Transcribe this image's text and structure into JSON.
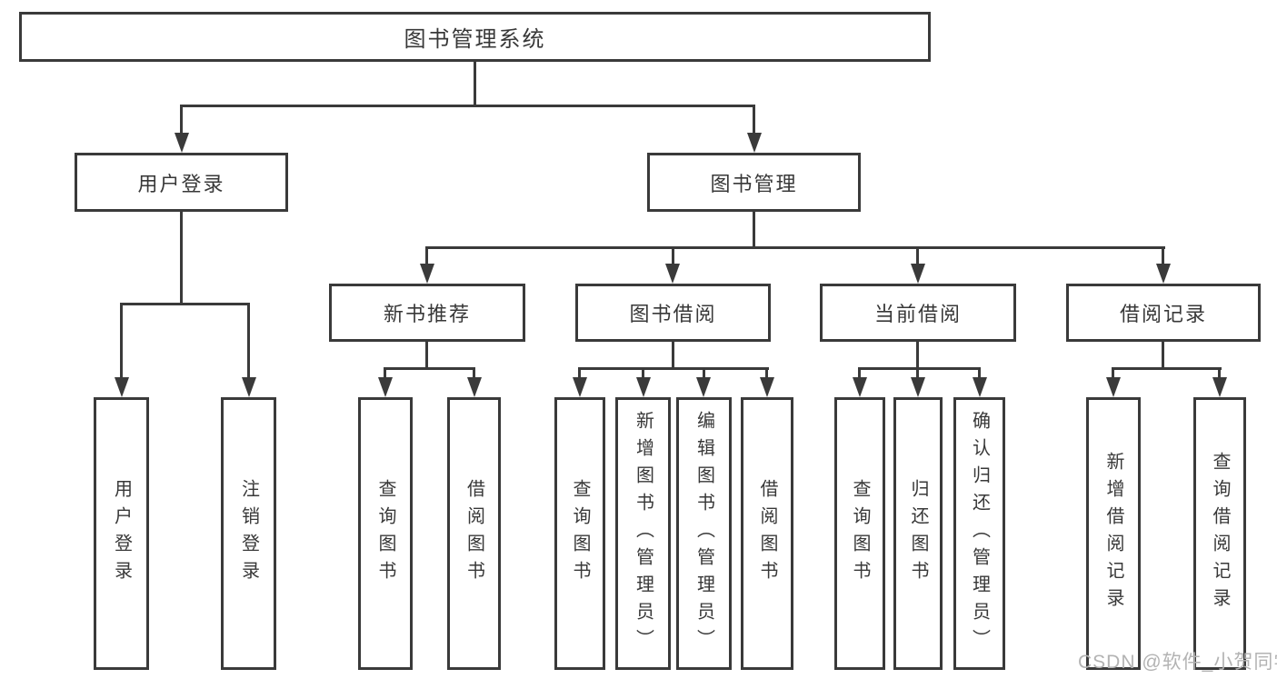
{
  "tree": {
    "root": "图书管理系统",
    "children": [
      {
        "label": "用户登录",
        "children": [
          {
            "label": "用户登录"
          },
          {
            "label": "注销登录"
          }
        ]
      },
      {
        "label": "图书管理",
        "children": [
          {
            "label": "新书推荐",
            "children": [
              {
                "label": "查询图书"
              },
              {
                "label": "借阅图书"
              }
            ]
          },
          {
            "label": "图书借阅",
            "children": [
              {
                "label": "查询图书"
              },
              {
                "label": "新增图书（管理员）"
              },
              {
                "label": "编辑图书（管理员）"
              },
              {
                "label": "借阅图书"
              }
            ]
          },
          {
            "label": "当前借阅",
            "children": [
              {
                "label": "查询图书"
              },
              {
                "label": "归还图书"
              },
              {
                "label": "确认归还（管理员）"
              }
            ]
          },
          {
            "label": "借阅记录",
            "children": [
              {
                "label": "新增借阅记录"
              },
              {
                "label": "查询借阅记录"
              }
            ]
          }
        ]
      }
    ]
  },
  "watermark": {
    "text": "CSDN @软件_小贺同学"
  },
  "colors": {
    "line": "#3a3a3a",
    "text": "#383838",
    "watermark": "#b3b3b3",
    "background": "#ffffff"
  }
}
